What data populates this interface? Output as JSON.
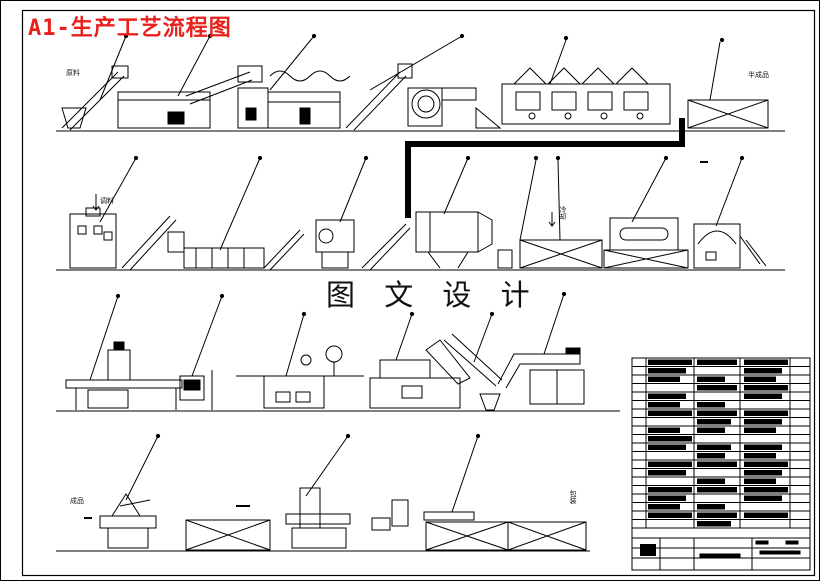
{
  "title": "A1-生产工艺流程图",
  "watermark": "图 文 设 计",
  "labels": {
    "row1_left": "原料",
    "row1_right": "半成品",
    "row2_in": "调料",
    "row2_side": "冷却",
    "row4_left": "成品",
    "row4_right": "包装"
  }
}
